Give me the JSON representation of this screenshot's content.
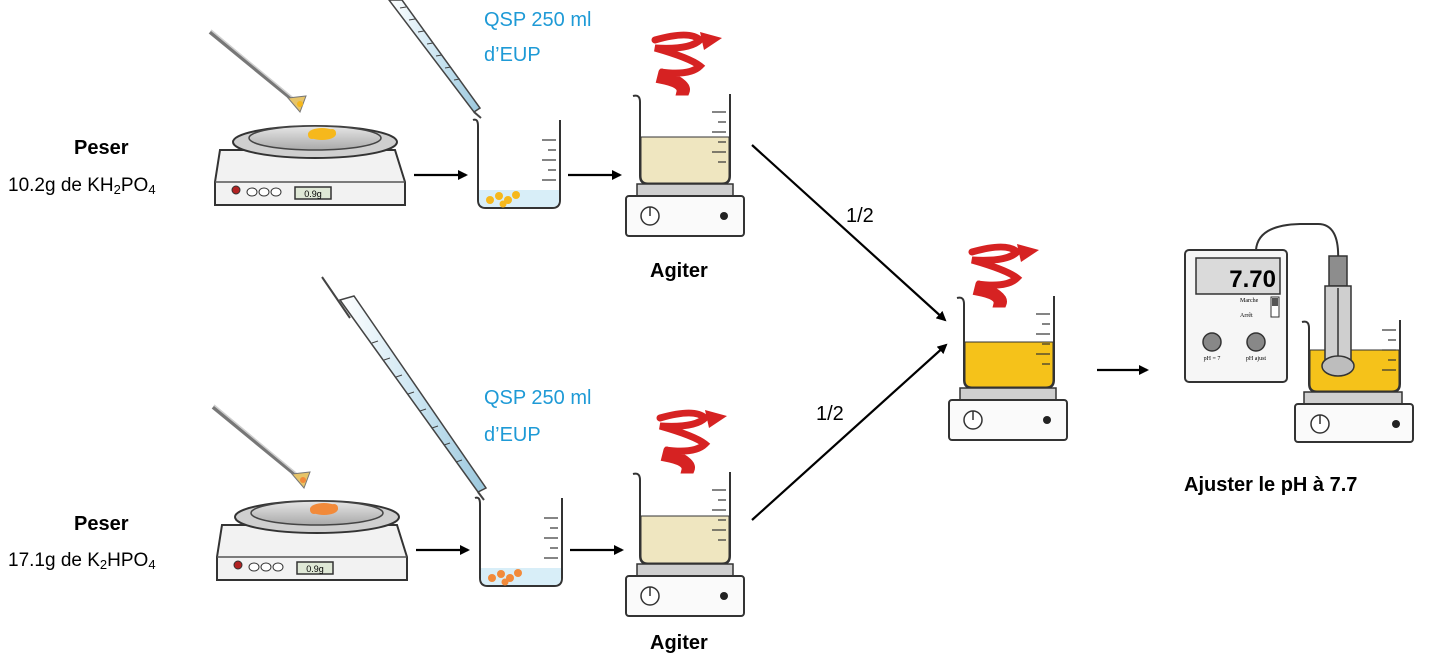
{
  "top_row": {
    "weigh_title": "Peser",
    "weigh_qty_prefix": "10.2g de KH",
    "weigh_qty_sub1": "2",
    "weigh_qty_mid": "PO",
    "weigh_qty_sub2": "4",
    "qsp_line1": "QSP 250 ml",
    "qsp_line2": "d’EUP",
    "stir_label": "Agiter",
    "ratio": "1/2",
    "scale_display": "0.9g"
  },
  "bottom_row": {
    "weigh_title": "Peser",
    "weigh_qty_prefix": "17.1g de K",
    "weigh_qty_sub1": "2",
    "weigh_qty_mid": "HPO",
    "weigh_qty_sub2": "4",
    "qsp_line1": "QSP 250 ml",
    "qsp_line2": "d’EUP",
    "stir_label": "Agiter",
    "ratio": "1/2",
    "scale_display": "0.9g"
  },
  "final": {
    "ph_display": "7.70",
    "adjust_label": "Ajuster le pH à 7.7",
    "meter_switch_on": "Marche",
    "meter_switch_off": "Arrêt",
    "meter_knob_left": "pH = 7",
    "meter_knob_right": "pH ajust"
  },
  "colors": {
    "accent_blue": "#1e9ad6",
    "stir_red": "#d62222",
    "solution_pale": "#efe6c0",
    "solution_mix": "#f5c21a",
    "pellets_kh2po4": "#f6b81c",
    "pellets_k2hpo4": "#f28a3a",
    "water": "#d8eef8"
  }
}
